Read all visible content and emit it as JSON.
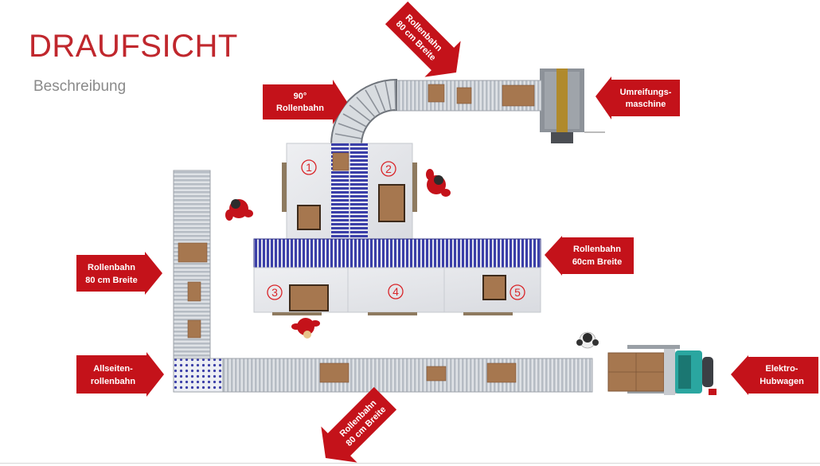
{
  "header": {
    "title": "DRAUFSICHT",
    "subtitle": "Beschreibung"
  },
  "callouts": {
    "rollenbahn_top": [
      "Rollenbahn",
      "80 cm Breite"
    ],
    "rollenbahn_90": [
      "90°",
      "Rollenbahn"
    ],
    "umreifung": [
      "Umreifungs-",
      "maschine"
    ],
    "rollenbahn_60": [
      "Rollenbahn",
      "60cm Breite"
    ],
    "rollenbahn_left": [
      "Rollenbahn",
      "80 cm Breite"
    ],
    "allseiten": [
      "Allseiten-",
      "rollenbahn"
    ],
    "rollenbahn_bottom": [
      "Rollenbahn",
      "80 cm Breite"
    ],
    "hubwagen": [
      "Elektro-",
      "Hubwagen"
    ]
  },
  "stations": [
    "1",
    "2",
    "3",
    "4",
    "5"
  ],
  "colors": {
    "accent": "#c0272d",
    "label_bg": "#c4121a",
    "roller_blue": "#3b3fa8",
    "table": "#e6e7ea",
    "box": "#a6774f"
  }
}
